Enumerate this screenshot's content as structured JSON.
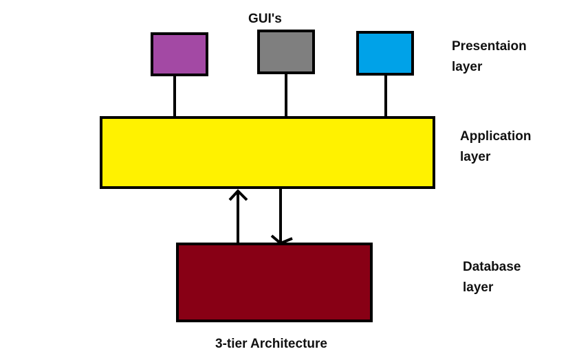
{
  "gui_label": "GUI's",
  "gui_boxes": [
    {
      "color": "#a349a4"
    },
    {
      "color": "#7f7f7f"
    },
    {
      "color": "#00a2e8"
    }
  ],
  "layers": {
    "presentation": {
      "line1": "Presentaion",
      "line2": "layer"
    },
    "application": {
      "line1": "Application",
      "line2": "layer",
      "color": "#fff200"
    },
    "database": {
      "line1": "Database",
      "line2": "layer",
      "color": "#880015"
    }
  },
  "caption": "3-tier Architecture",
  "colors": {
    "stroke": "#000000",
    "background": "#ffffff"
  }
}
